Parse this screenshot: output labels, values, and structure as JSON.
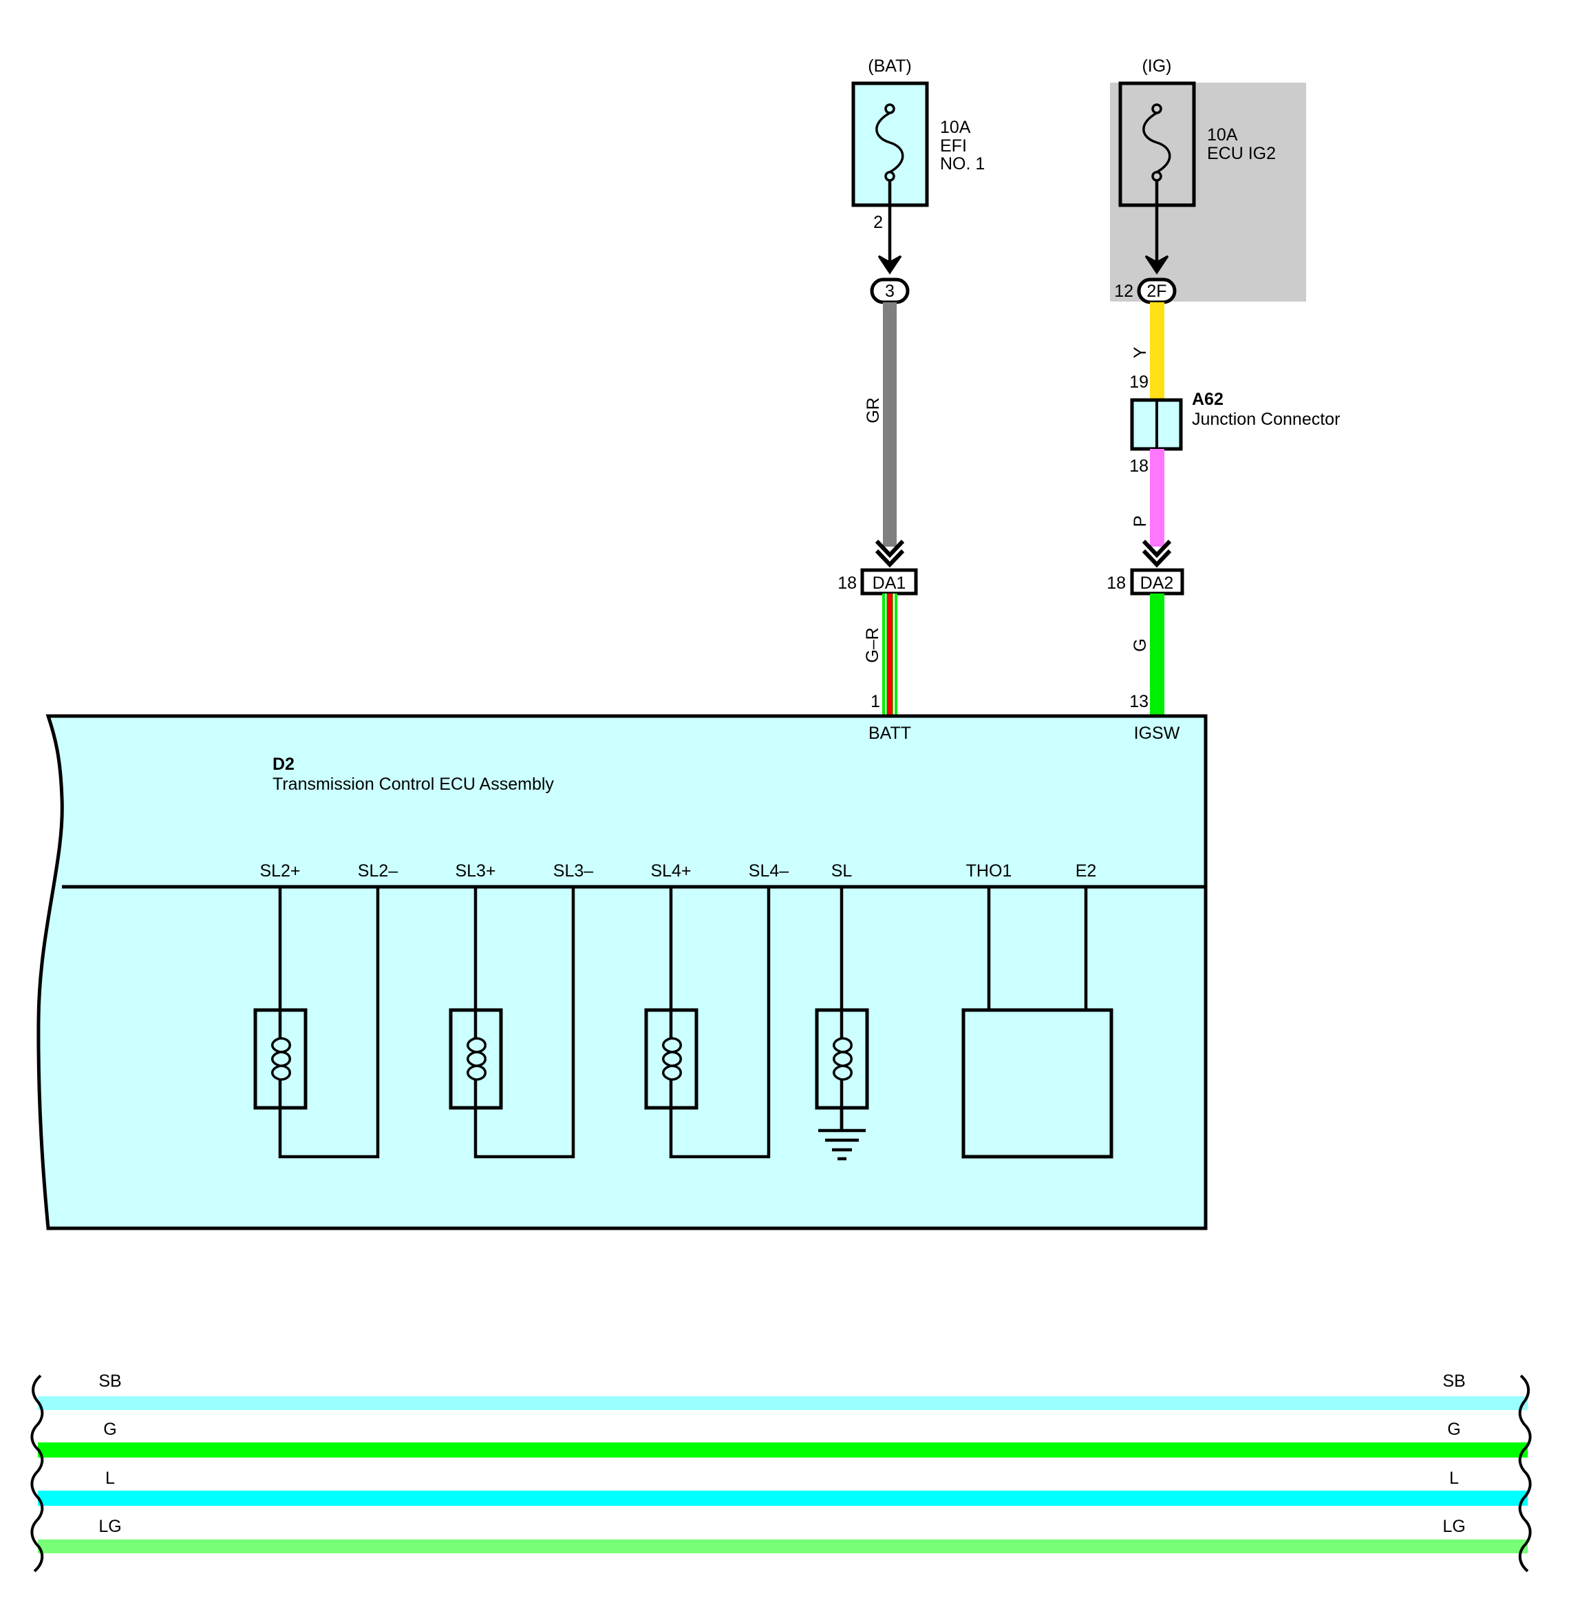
{
  "colors": {
    "ecu_fill": "#ccffff",
    "fuse_box_fill": "#ccffff",
    "ig_background": "#cccccc",
    "wire_gr": "#808080",
    "wire_y": "#ffe015",
    "wire_p": "#ff77ff",
    "wire_g": "#00ee00",
    "wire_gr_stripe_red": "#ff0000",
    "bus_sb": "#99ffff",
    "bus_g": "#00ff00",
    "bus_l": "#00ffff",
    "bus_lg": "#77ff77"
  },
  "fuses": [
    {
      "source": "(BAT)",
      "rating": "10A",
      "name_lines": [
        "EFI",
        "NO. 1"
      ],
      "pin": "2",
      "connector": "3",
      "icon": "fuse-icon"
    },
    {
      "source": "(IG)",
      "rating": "10A",
      "name_lines": [
        "ECU IG2"
      ],
      "pin": "12",
      "connector": "2F",
      "icon": "fuse-icon"
    }
  ],
  "wires": {
    "gr": "GR",
    "y": "Y",
    "p": "P",
    "gr_stripe": "G–R",
    "g": "G"
  },
  "junction": {
    "id": "A62",
    "name": "Junction Connector",
    "pin_in": "19",
    "pin_out": "18"
  },
  "connectors": {
    "da1": {
      "label": "DA1",
      "pin": "18"
    },
    "da2": {
      "label": "DA2",
      "pin": "18"
    }
  },
  "ecu": {
    "id": "D2",
    "name": "Transmission Control ECU Assembly",
    "top_pins": [
      {
        "pin": "1",
        "terminal": "BATT"
      },
      {
        "pin": "13",
        "terminal": "IGSW"
      }
    ],
    "terminals": [
      "SL2+",
      "SL2–",
      "SL3+",
      "SL3–",
      "SL4+",
      "SL4–",
      "SL",
      "THO1",
      "E2"
    ],
    "icons": [
      "solenoid-coil-icon",
      "ground-icon",
      "sensor-box-icon"
    ]
  },
  "bus_lines": [
    {
      "label": "SB"
    },
    {
      "label": "G"
    },
    {
      "label": "L"
    },
    {
      "label": "LG"
    }
  ]
}
